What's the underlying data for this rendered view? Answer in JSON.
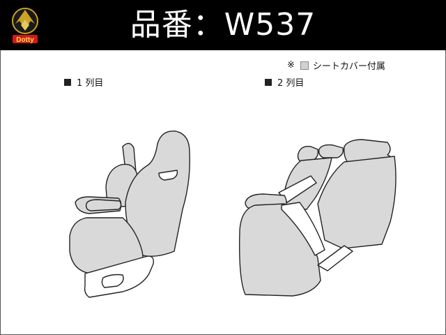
{
  "header": {
    "title": "品番：W537",
    "logo_text": "Dotty"
  },
  "note": {
    "mark": "※",
    "text": "シートカバー付属"
  },
  "rows": [
    {
      "label": "1 列目"
    },
    {
      "label": "2 列目"
    }
  ],
  "colors": {
    "header_bg": "#000000",
    "seat_fill": "#d9d9d9",
    "seat_stroke": "#222222",
    "logo_gold": "#c9a227",
    "logo_red": "#d11a1a"
  }
}
